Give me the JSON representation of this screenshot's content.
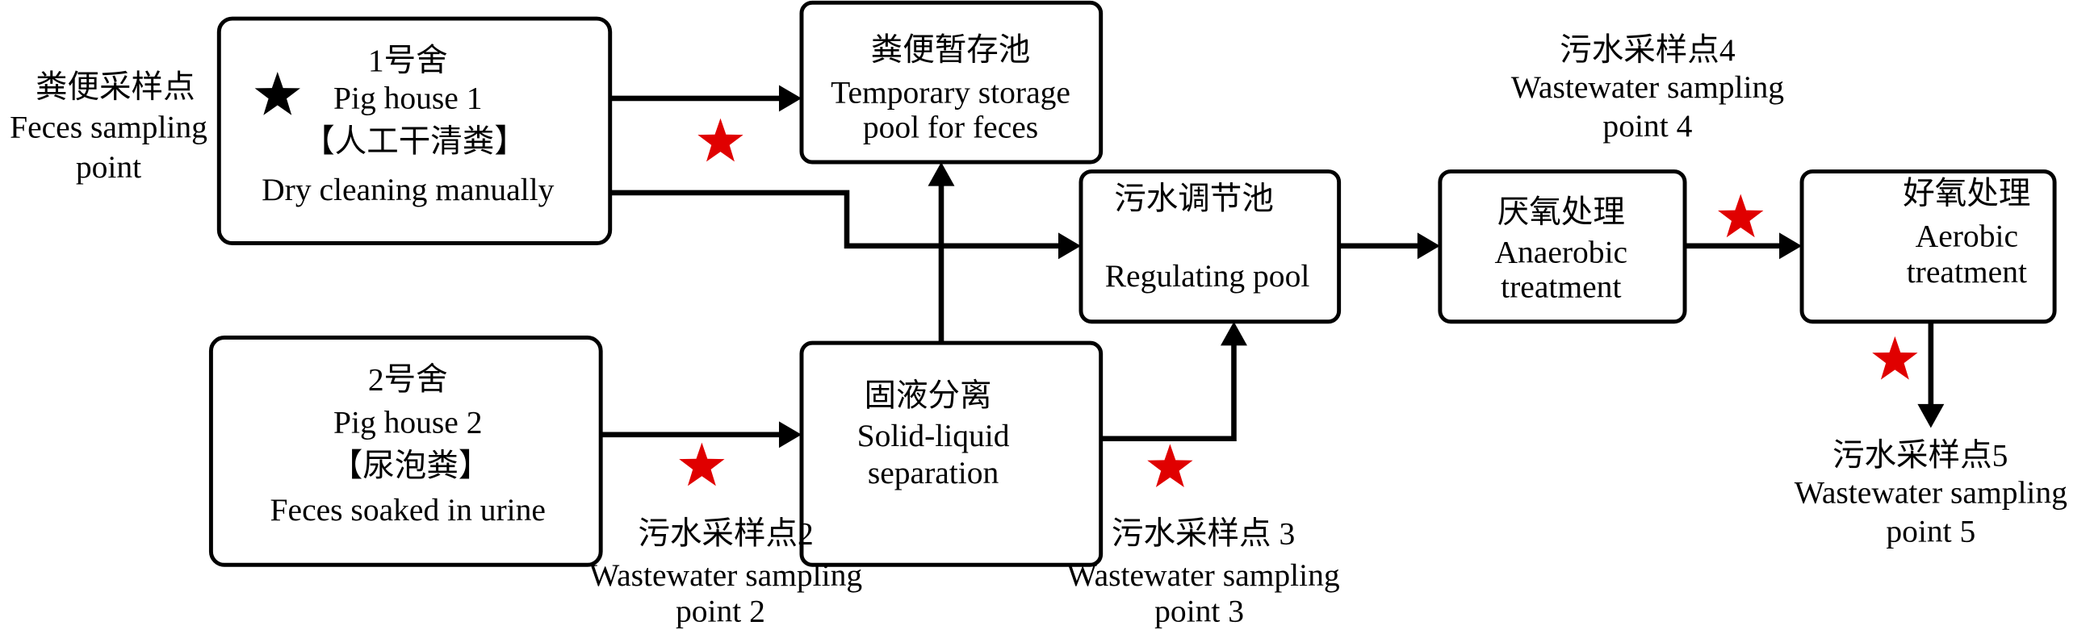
{
  "colors": {
    "sampling_star": "#e00000",
    "feces_star": "#000000",
    "lines": "#000000"
  },
  "feces_label": {
    "zh": "粪便采样点",
    "en1": "Feces sampling",
    "en2": "point",
    "icon": "black-star-icon"
  },
  "pig_house_1": {
    "zh": "1号舍",
    "en": "Pig house 1",
    "method_zh": "【人工干清粪】",
    "method_en": "Dry cleaning manually"
  },
  "pig_house_2": {
    "zh": "2号舍",
    "en": "Pig house 2",
    "method_zh": "【尿泡粪】",
    "method_en": "Feces soaked in urine"
  },
  "storage": {
    "zh": "粪便暂存池",
    "en1": "Temporary storage",
    "en2": "pool for feces"
  },
  "separation": {
    "zh": "固液分离",
    "en1": "Solid-liquid",
    "en2": "separation"
  },
  "regulating": {
    "zh": "污水调节池",
    "en": "Regulating pool"
  },
  "anaerobic": {
    "zh": "厌氧处理",
    "en1": "Anaerobic",
    "en2": "treatment"
  },
  "aerobic": {
    "zh": "好氧处理",
    "en1": "Aerobic",
    "en2": "treatment"
  },
  "sampling_points": [
    {
      "zh": "污水采样点2",
      "en1": "Wastewater sampling",
      "en2": "point 2"
    },
    {
      "zh": "污水采样点 3",
      "en1": "Wastewater sampling",
      "en2": "point 3"
    },
    {
      "zh": "污水采样点4",
      "en1": "Wastewater sampling",
      "en2": "point 4"
    },
    {
      "zh": "污水采样点5",
      "en1": "Wastewater sampling",
      "en2": "point 5"
    }
  ]
}
